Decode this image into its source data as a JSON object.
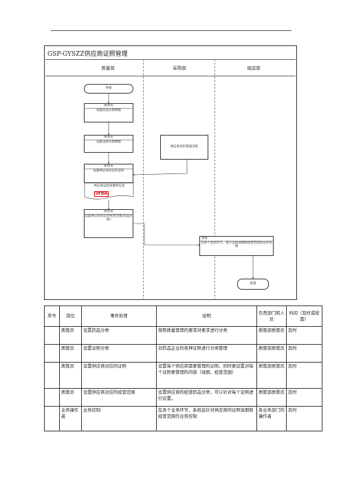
{
  "flowchart": {
    "title": "GSP-GYSZZ供应商证照管理",
    "lanes": [
      "质量部",
      "采购部",
      "储运部"
    ],
    "start": "开始",
    "end": "结束",
    "nodes": [
      {
        "role": "质管员",
        "text": "设置药品分类数据"
      },
      {
        "role": "质管员",
        "text": "设置证照分类数据"
      },
      {
        "role": "质管员",
        "text": "设置供应商对应的证照"
      },
      {
        "role": "",
        "text": "供应商证照效期等信息"
      },
      {
        "role": "质管员",
        "text": "设置供应商对应的经营范围(药品分类)"
      },
      {
        "role": "",
        "text": "供应商资料管理流程"
      },
      {
        "role": "系统",
        "text": "在各个业务环节，基于证照效期和经营范围作业务控制"
      }
    ],
    "stamp": "UFIDA"
  },
  "table": {
    "headers": [
      "序号",
      "岗位",
      "事件处理",
      "说明",
      "负责部门和人员",
      "时间（及时或按需）"
    ],
    "rows": [
      [
        "",
        "质管员",
        "设置药品分类",
        "按照质量管理的要求对要求进行分类",
        "质管部质管员",
        "及时"
      ],
      [
        "",
        "质管员",
        "设置证照分类",
        "对药品企业的各种证照进行分类管理",
        "质管部质管员",
        "及时"
      ],
      [
        "",
        "质管员",
        "设置供应商对应的证照",
        "设置每个供应商需要管理的证照，同时要设置对每个证照要管理的内容（效期、经营范围）",
        "质管部质管员",
        "及时"
      ],
      [
        "",
        "质管员",
        "设置供应商对应的经营范围",
        "设置供应商的经营药品分类，可以针对每个证照进行设置。",
        "质管部质管员",
        "及时"
      ],
      [
        "",
        "业务操作者",
        "业务控制",
        "在各个业务环节，系统会针对供应商的证照效期和经营范围作业务控制",
        "各业务部门的操作者",
        "及时"
      ]
    ]
  }
}
